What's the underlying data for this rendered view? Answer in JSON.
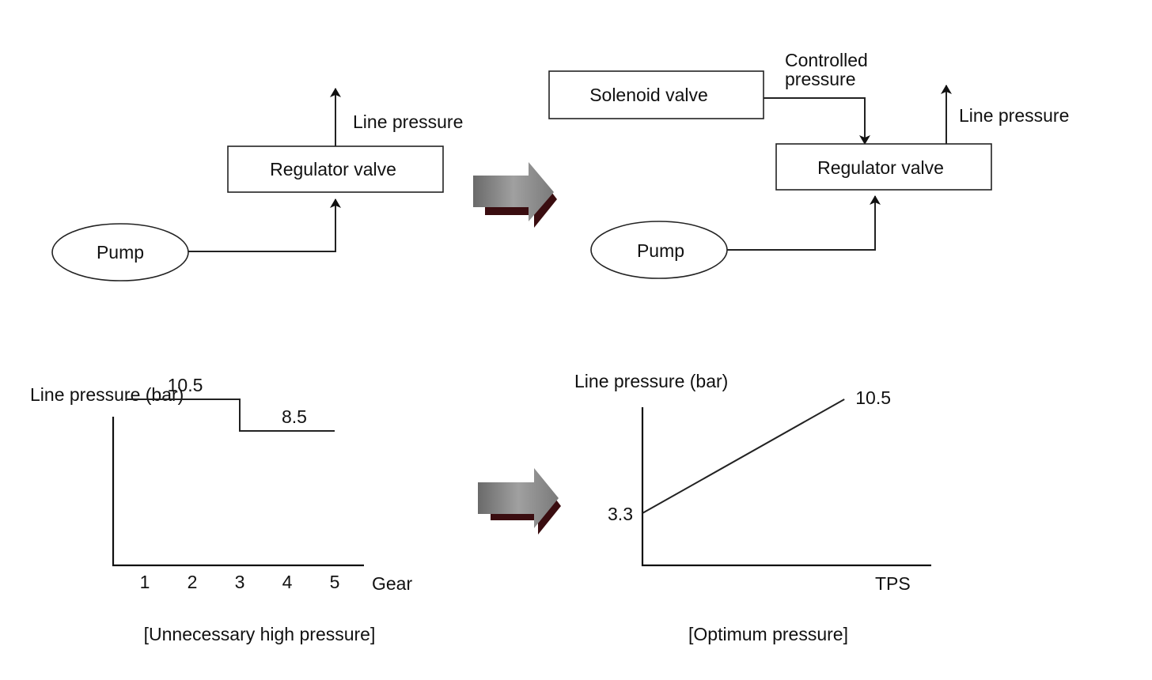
{
  "left_diagram": {
    "pump_label": "Pump",
    "regulator_label": "Regulator valve",
    "line_pressure_label": "Line pressure"
  },
  "right_diagram": {
    "solenoid_label": "Solenoid valve",
    "controlled_pressure_label_line1": "Controlled",
    "controlled_pressure_label_line2": "pressure",
    "regulator_label": "Regulator valve",
    "line_pressure_label": "Line pressure",
    "pump_label": "Pump"
  },
  "colors": {
    "arrow_front": "#8a8a8a",
    "arrow_back": "#3a0d10",
    "line": "#222222"
  },
  "chart_data": [
    {
      "type": "line",
      "ylabel": "Line pressure (bar)",
      "xlabel": "Gear",
      "categories": [
        "1",
        "2",
        "3",
        "4",
        "5"
      ],
      "series": [
        {
          "x": [
            0.6,
            3,
            3,
            5
          ],
          "values": [
            10.5,
            10.5,
            8.5,
            8.5
          ]
        }
      ],
      "data_labels": [
        {
          "text": "10.5",
          "x": 1.85,
          "y": 10.5
        },
        {
          "text": "8.5",
          "x": 4.15,
          "y": 8.5
        }
      ],
      "xlim": [
        0,
        6.5
      ],
      "ylim": [
        0,
        12.5
      ],
      "caption": "[Unnecessary high pressure]"
    },
    {
      "type": "line",
      "ylabel": "Line pressure (bar)",
      "xlabel": "TPS",
      "series": [
        {
          "x": [
            0,
            100
          ],
          "values": [
            3.3,
            10.5
          ]
        }
      ],
      "start_label": "3.3",
      "end_label": "10.5",
      "xlim": [
        0,
        143
      ],
      "ylim": [
        0,
        12.5
      ],
      "caption": "[Optimum pressure]"
    }
  ]
}
